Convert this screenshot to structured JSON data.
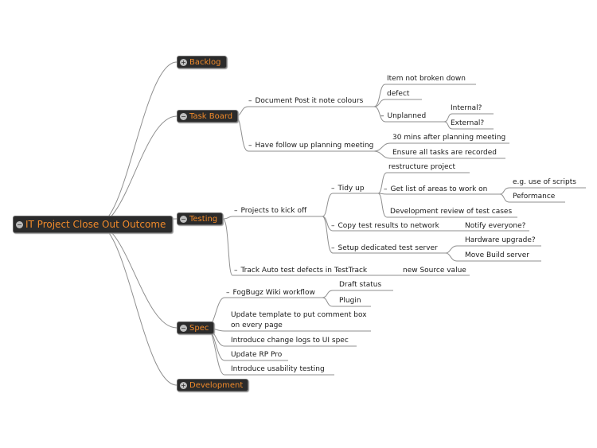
{
  "root": {
    "label": "IT Project Close Out Outcome"
  },
  "branches": {
    "backlog": {
      "label": "Backlog",
      "toggle": "+"
    },
    "task_board": {
      "label": "Task Board",
      "toggle": "−"
    },
    "testing": {
      "label": "Testing",
      "toggle": "−"
    },
    "spec": {
      "label": "Spec",
      "toggle": "−"
    },
    "development": {
      "label": "Development",
      "toggle": "+"
    }
  },
  "task_board": {
    "document_post_it": "Document Post it note colours",
    "item_not_broken": "Item not broken down",
    "defect": "defect",
    "unplanned": "Unplanned",
    "internal": "Internal?",
    "external": "External?",
    "follow_up": "Have follow up planning meeting",
    "thirty_mins": "30 mins after planning meeting",
    "ensure_tasks": "Ensure all tasks are recorded"
  },
  "testing": {
    "projects_kick_off": "Projects to kick off",
    "tidy_up": "Tidy up",
    "restructure": "restructure project",
    "get_list": "Get list of areas to work on",
    "use_of_scripts": "e.g. use of scripts",
    "performance": "Peformance",
    "dev_review": "Development review of test cases",
    "copy_results": "Copy test results to network",
    "notify": "Notify everyone?",
    "setup_server": "Setup dedicated test server",
    "hardware_upgrade": "Hardware upgrade?",
    "move_build": "Move Build server",
    "track_auto": "Track Auto test defects in TestTrack",
    "new_source": "new Source value"
  },
  "spec": {
    "fogbugz": "FogBugz Wiki workflow",
    "draft_status": "Draft status",
    "plugin": "Plugin",
    "update_template_1": "Update template to put comment box",
    "update_template_2": "on every page",
    "change_logs": "Introduce change logs to UI spec",
    "update_rp": "Update RP Pro",
    "usability": "Introduce usability testing"
  },
  "colors": {
    "node_bg": "#2b2b2b",
    "node_text": "#f08a2b",
    "line": "#8a8a8a"
  }
}
